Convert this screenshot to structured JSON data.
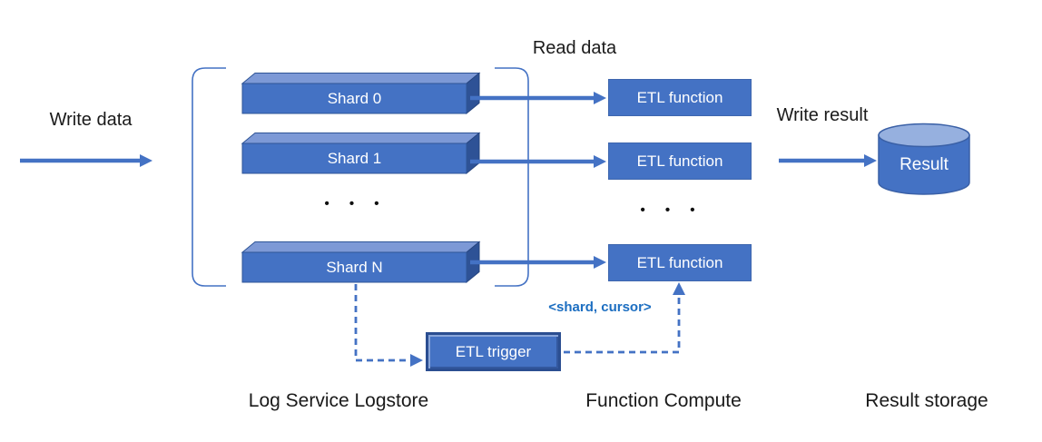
{
  "colors": {
    "primary_blue": "#4472C4",
    "dark_blue": "#2F5597",
    "light_blue": "#8FAADC",
    "cursor_text_blue": "#1C6EC1",
    "label_black": "#1A1A1A"
  },
  "labels": {
    "write_data": "Write data",
    "read_data": "Read data",
    "write_result": "Write result",
    "shard_cursor": "<shard, cursor>",
    "ellipsis": "• • •"
  },
  "logstore": {
    "caption": "Log Service Logstore",
    "shards": [
      {
        "label": "Shard 0"
      },
      {
        "label": "Shard 1"
      },
      {
        "label": "Shard N"
      }
    ]
  },
  "compute": {
    "caption": "Function Compute",
    "functions": [
      {
        "label": "ETL function"
      },
      {
        "label": "ETL function"
      },
      {
        "label": "ETL function"
      }
    ],
    "trigger_label": "ETL trigger"
  },
  "storage": {
    "caption": "Result storage",
    "database_label": "Result"
  }
}
